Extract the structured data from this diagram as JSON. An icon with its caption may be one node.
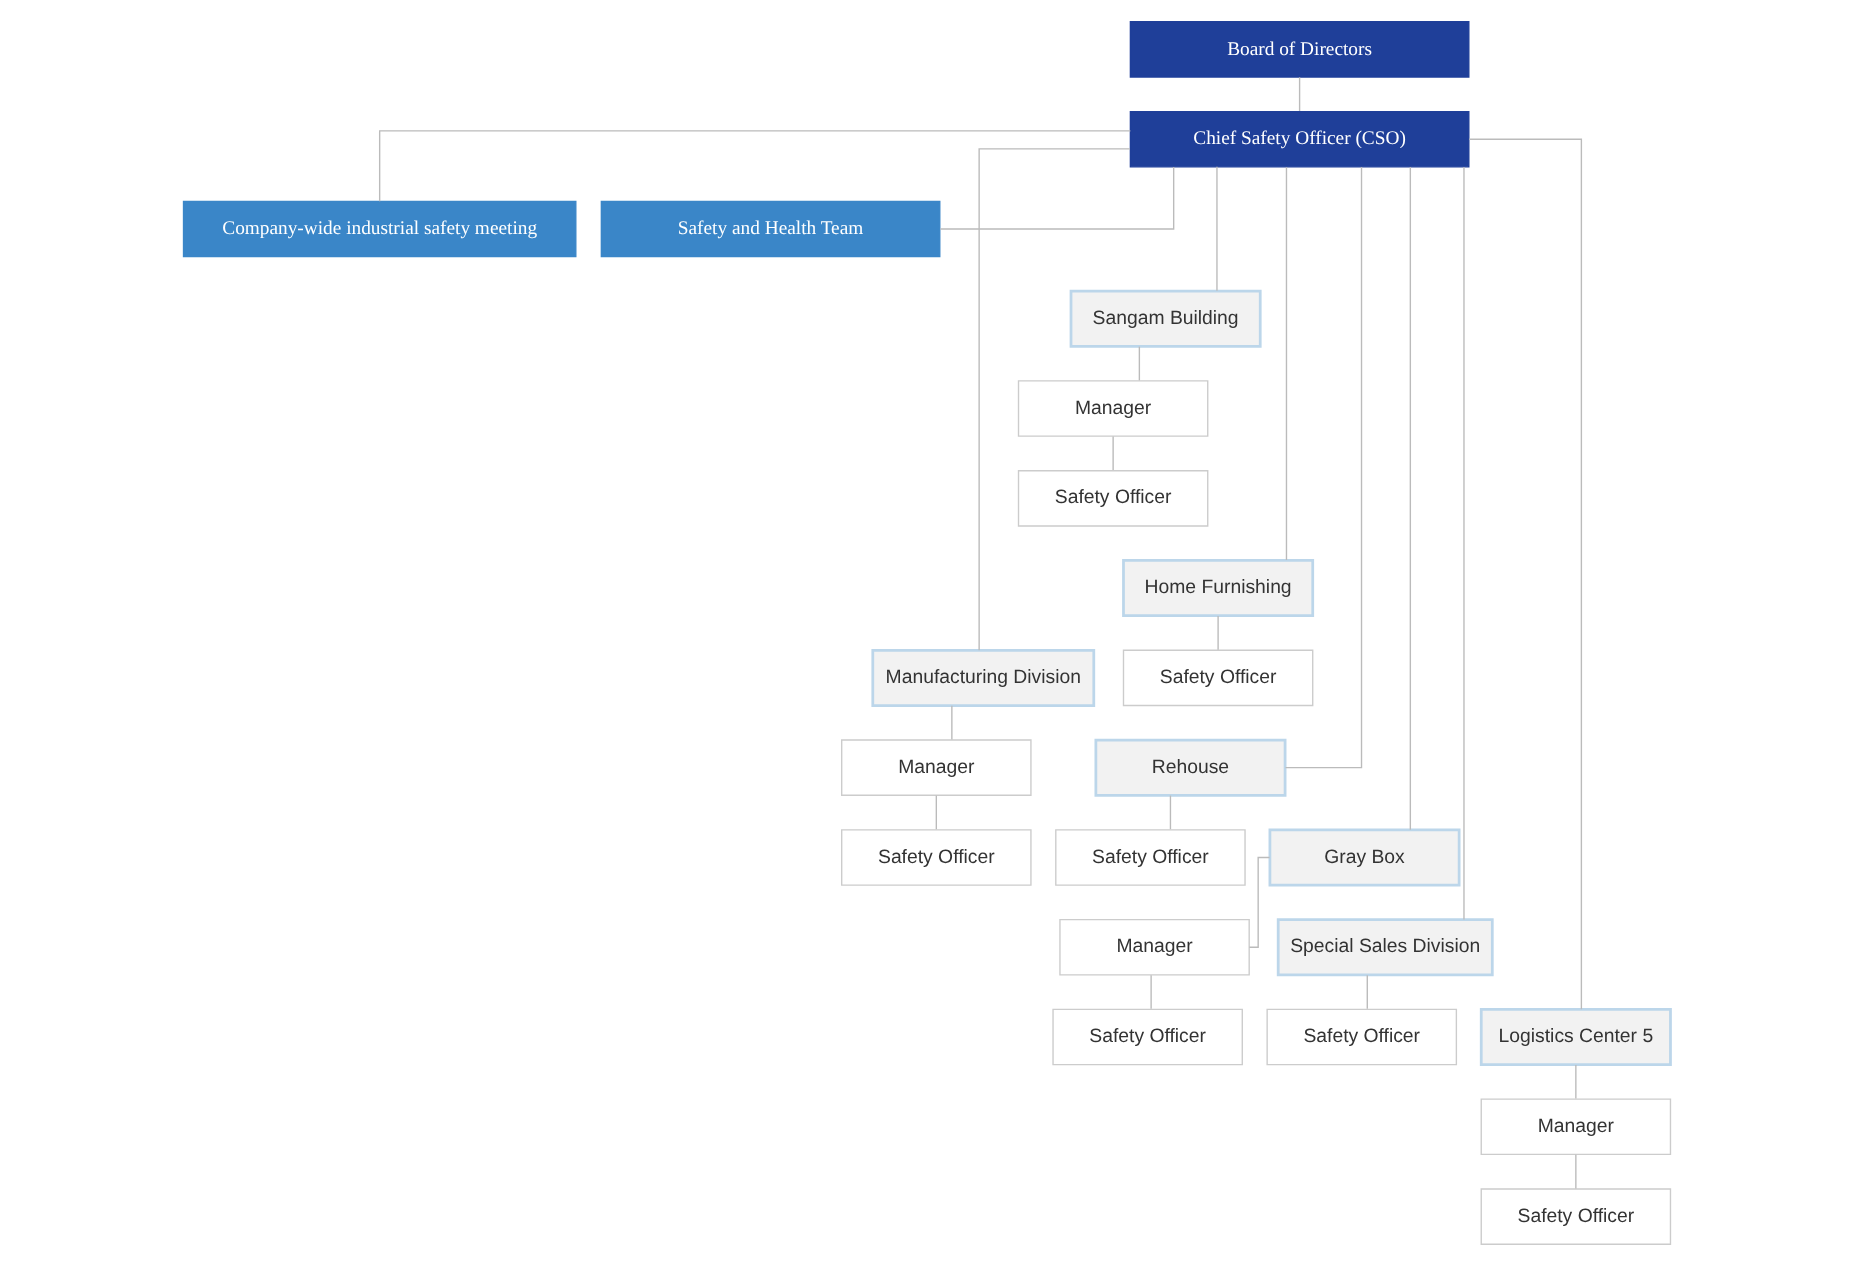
{
  "diagram": {
    "nodes": [
      {
        "text": [
          "Board of Directors"
        ]
      },
      {
        "text": [
          "Chief Safety Officer (CSO)"
        ]
      },
      {
        "text": [
          "Company-wide industrial safety meeting"
        ]
      },
      {
        "text": [
          "Safety and Health Team"
        ]
      },
      {
        "text": [
          "Sangam Building"
        ]
      },
      {
        "text": [
          "Manager"
        ]
      },
      {
        "text": [
          "Safety Officer"
        ]
      },
      {
        "text": [
          "Manufacturing Division"
        ]
      },
      {
        "text": [
          "Manager"
        ]
      },
      {
        "text": [
          "Safety Officer"
        ]
      },
      {
        "text": [
          "Gray Box"
        ]
      },
      {
        "text": [
          "Manager"
        ]
      },
      {
        "text": [
          "Safety Officer"
        ]
      },
      {
        "text": [
          "Logistics Center 5"
        ]
      },
      {
        "text": [
          "Manager"
        ]
      },
      {
        "text": [
          "Safety Officer"
        ]
      },
      {
        "text": [
          "Home Furnishing"
        ]
      },
      {
        "text": [
          "Safety Officer"
        ]
      },
      {
        "text": [
          "Rehouse"
        ]
      },
      {
        "text": [
          "Safety Officer"
        ]
      },
      {
        "text": [
          "Special Sales Division"
        ]
      },
      {
        "text": [
          "Safety Officer"
        ]
      }
    ],
    "edges": [
      {
        "from": 0,
        "to": 1,
        "arrow": "none"
      },
      {
        "from": 1,
        "to": 2,
        "arrow": "none"
      },
      {
        "from": 1,
        "to": 3,
        "arrow": "none"
      },
      {
        "from": 1,
        "to": 4,
        "arrow": "none"
      },
      {
        "from": 1,
        "to": 7,
        "arrow": "none"
      },
      {
        "from": 1,
        "to": 10,
        "arrow": "none"
      },
      {
        "from": 1,
        "to": 13,
        "arrow": "none"
      },
      {
        "from": 1,
        "to": 16,
        "arrow": "none"
      },
      {
        "from": 1,
        "to": 18,
        "arrow": "none"
      },
      {
        "from": 1,
        "to": 20,
        "arrow": "none"
      },
      {
        "from": 4,
        "to": 5,
        "arrow": "none"
      },
      {
        "from": 5,
        "to": 6,
        "arrow": "none"
      },
      {
        "from": 7,
        "to": 8,
        "arrow": "none"
      },
      {
        "from": 8,
        "to": 9,
        "arrow": "none"
      },
      {
        "from": 10,
        "to": 11,
        "arrow": "none"
      },
      {
        "from": 11,
        "to": 12,
        "arrow": "none"
      },
      {
        "from": 13,
        "to": 14,
        "arrow": "none"
      },
      {
        "from": 14,
        "to": 15,
        "arrow": "none"
      },
      {
        "from": 16,
        "to": 17,
        "arrow": "none"
      },
      {
        "from": 18,
        "to": 19,
        "arrow": "none"
      },
      {
        "from": 20,
        "to": 21,
        "arrow": "none"
      }
    ]
  }
}
